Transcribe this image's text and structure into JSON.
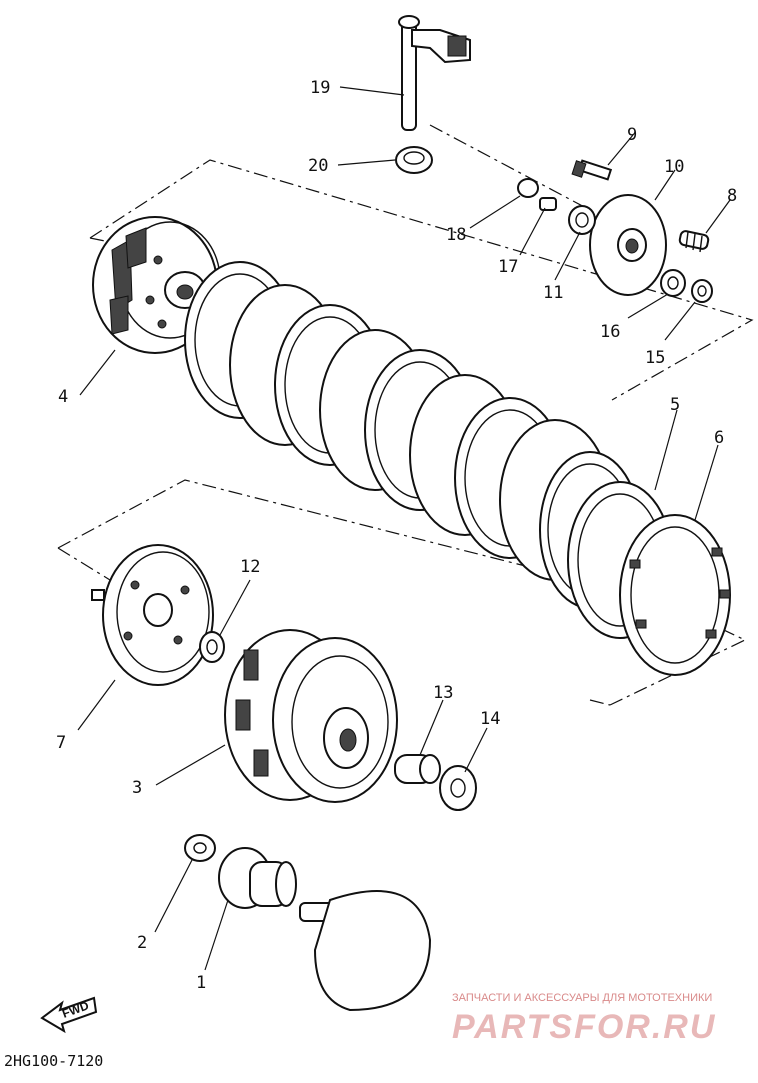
{
  "callouts": [
    {
      "id": "1",
      "label": "1"
    },
    {
      "id": "2",
      "label": "2"
    },
    {
      "id": "3",
      "label": "3"
    },
    {
      "id": "4",
      "label": "4"
    },
    {
      "id": "5",
      "label": "5"
    },
    {
      "id": "6",
      "label": "6"
    },
    {
      "id": "7",
      "label": "7"
    },
    {
      "id": "8",
      "label": "8"
    },
    {
      "id": "9",
      "label": "9"
    },
    {
      "id": "10",
      "label": "10"
    },
    {
      "id": "11",
      "label": "11"
    },
    {
      "id": "12",
      "label": "12"
    },
    {
      "id": "13",
      "label": "13"
    },
    {
      "id": "14",
      "label": "14"
    },
    {
      "id": "15",
      "label": "15"
    },
    {
      "id": "16",
      "label": "16"
    },
    {
      "id": "17",
      "label": "17"
    },
    {
      "id": "18",
      "label": "18"
    },
    {
      "id": "19",
      "label": "19"
    },
    {
      "id": "20",
      "label": "20"
    }
  ],
  "diagram_code": "2HG100-7120",
  "fwd_arrow_label": "FWD",
  "watermark": {
    "tagline": "ЗАПЧАСТИ И АКСЕССУАРЫ ДЛЯ МОТОТЕХНИКИ",
    "logo": "PARTSFOR.RU"
  },
  "icons": [
    "fwd-arrow-icon"
  ]
}
